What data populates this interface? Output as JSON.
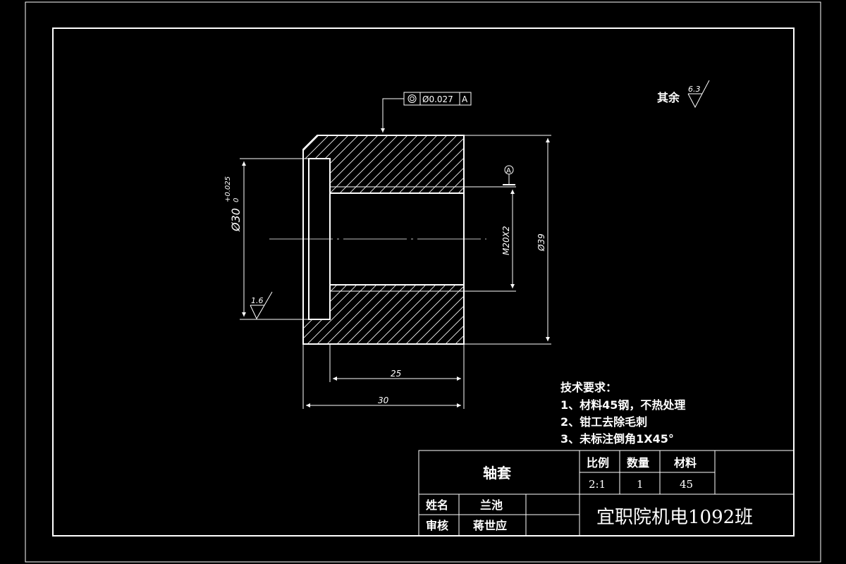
{
  "drawing": {
    "surface_roughness_rest": {
      "prefix": "其余",
      "value": "6.3"
    },
    "surface_roughness_bore": {
      "value": "1.6"
    },
    "geometric_tolerance": {
      "value": "Ø0.027",
      "datum": "A"
    },
    "datum_label": "A",
    "dimensions": {
      "bore_diameter": "Ø30",
      "bore_tol_upper": "+0.025",
      "bore_tol_lower": "0",
      "thread": "M20X2",
      "outer_diameter": "Ø39",
      "length_inner": "25",
      "length_total": "30"
    }
  },
  "technical_requirements": {
    "heading": "技术要求：",
    "items": [
      "1、材料45钢，不热处理",
      "2、钳工去除毛刺",
      "3、未标注倒角1X45°"
    ]
  },
  "title_block": {
    "part_name": "轴套",
    "scale_label": "比例",
    "scale_value": "2:1",
    "quantity_label": "数量",
    "quantity_value": "1",
    "material_label": "材料",
    "material_value": "45",
    "name_label": "姓名",
    "name_value": "兰池",
    "review_label": "审核",
    "review_value": "蒋世应",
    "org": "宜职院机电1092班"
  }
}
